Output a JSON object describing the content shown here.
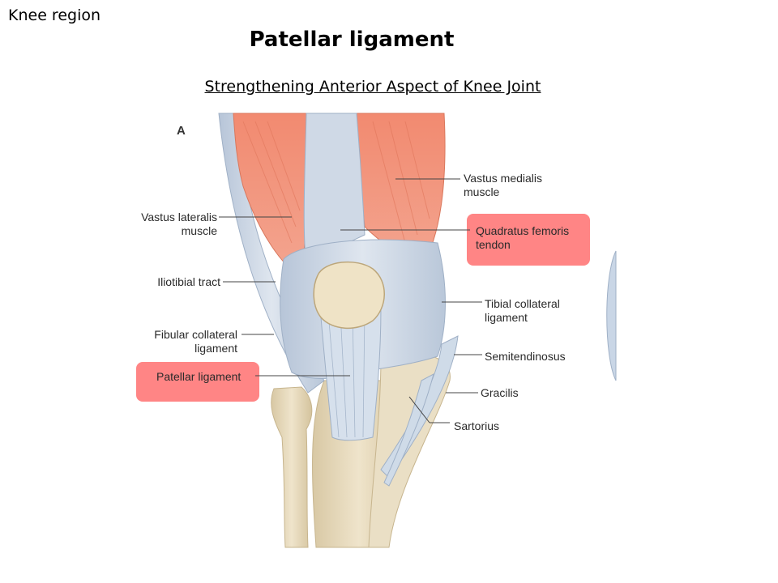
{
  "header": {
    "section": "Knee region",
    "title": "Patellar ligament",
    "subtitle": "Strengthening Anterior Aspect of Knee Joint"
  },
  "figure": {
    "panel": "A",
    "labels": {
      "vastus_medialis": "Vastus medialis\nmuscle",
      "vastus_lateralis": "Vastus lateralis\nmuscle",
      "quadratus_femoris": "Quadratus femoris\ntendon",
      "iliotibial": "Iliotibial tract",
      "tibial_collateral": "Tibial collateral\nligament",
      "fibular_collateral": "Fibular collateral\nligament",
      "semitendinosus": "Semitendinosus",
      "patellar_ligament": "Patellar ligament",
      "gracilis": "Gracilis",
      "sartorius": "Sartorius"
    },
    "colors": {
      "highlight": "#ff8585",
      "muscle": "#f08a6e",
      "ligament": "#c9d6e6",
      "bone": "#e8dcc0"
    }
  }
}
